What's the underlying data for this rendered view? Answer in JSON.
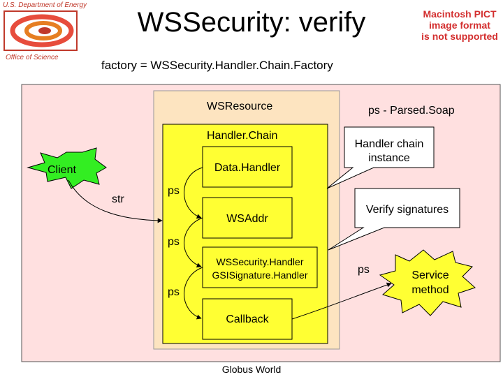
{
  "header": {
    "org_top": "U.S. Department of Energy",
    "org_bottom": "Office of Science",
    "title": "WSSecurity: verify",
    "pict_notice": [
      "Macintosh PICT",
      "image format",
      "is not supported"
    ],
    "subtitle": "factory = WSSecurity.Handler.Chain.Factory"
  },
  "diagram": {
    "resource_label": "WSResource",
    "parsed_soap_label": "ps - Parsed.Soap",
    "chain_label": "Handler.Chain",
    "client_label": "Client",
    "str_label": "str",
    "data_handler_label": "Data.Handler",
    "ps_label_1": "ps",
    "wsaddr_label": "WSAddr",
    "ps_label_2": "ps",
    "security_handler_line1": "WSSecurity.Handler",
    "security_handler_line2": "GSISignature.Handler",
    "ps_label_3": "ps",
    "callback_label": "Callback",
    "ps_label_4": "ps",
    "service_line1": "Service",
    "service_line2": "method",
    "callout_chain_line1": "Handler chain",
    "callout_chain_line2": "instance",
    "callout_verify": "Verify signatures"
  },
  "footer": {
    "text": "Globus World"
  },
  "colors": {
    "outer_bg": "#ffe0e0",
    "resource_bg": "#fde4c0",
    "chain_bg": "#ffff33",
    "client_burst": "#33ee22",
    "service_burst": "#ffff33",
    "logo_red": "#c0392b"
  }
}
